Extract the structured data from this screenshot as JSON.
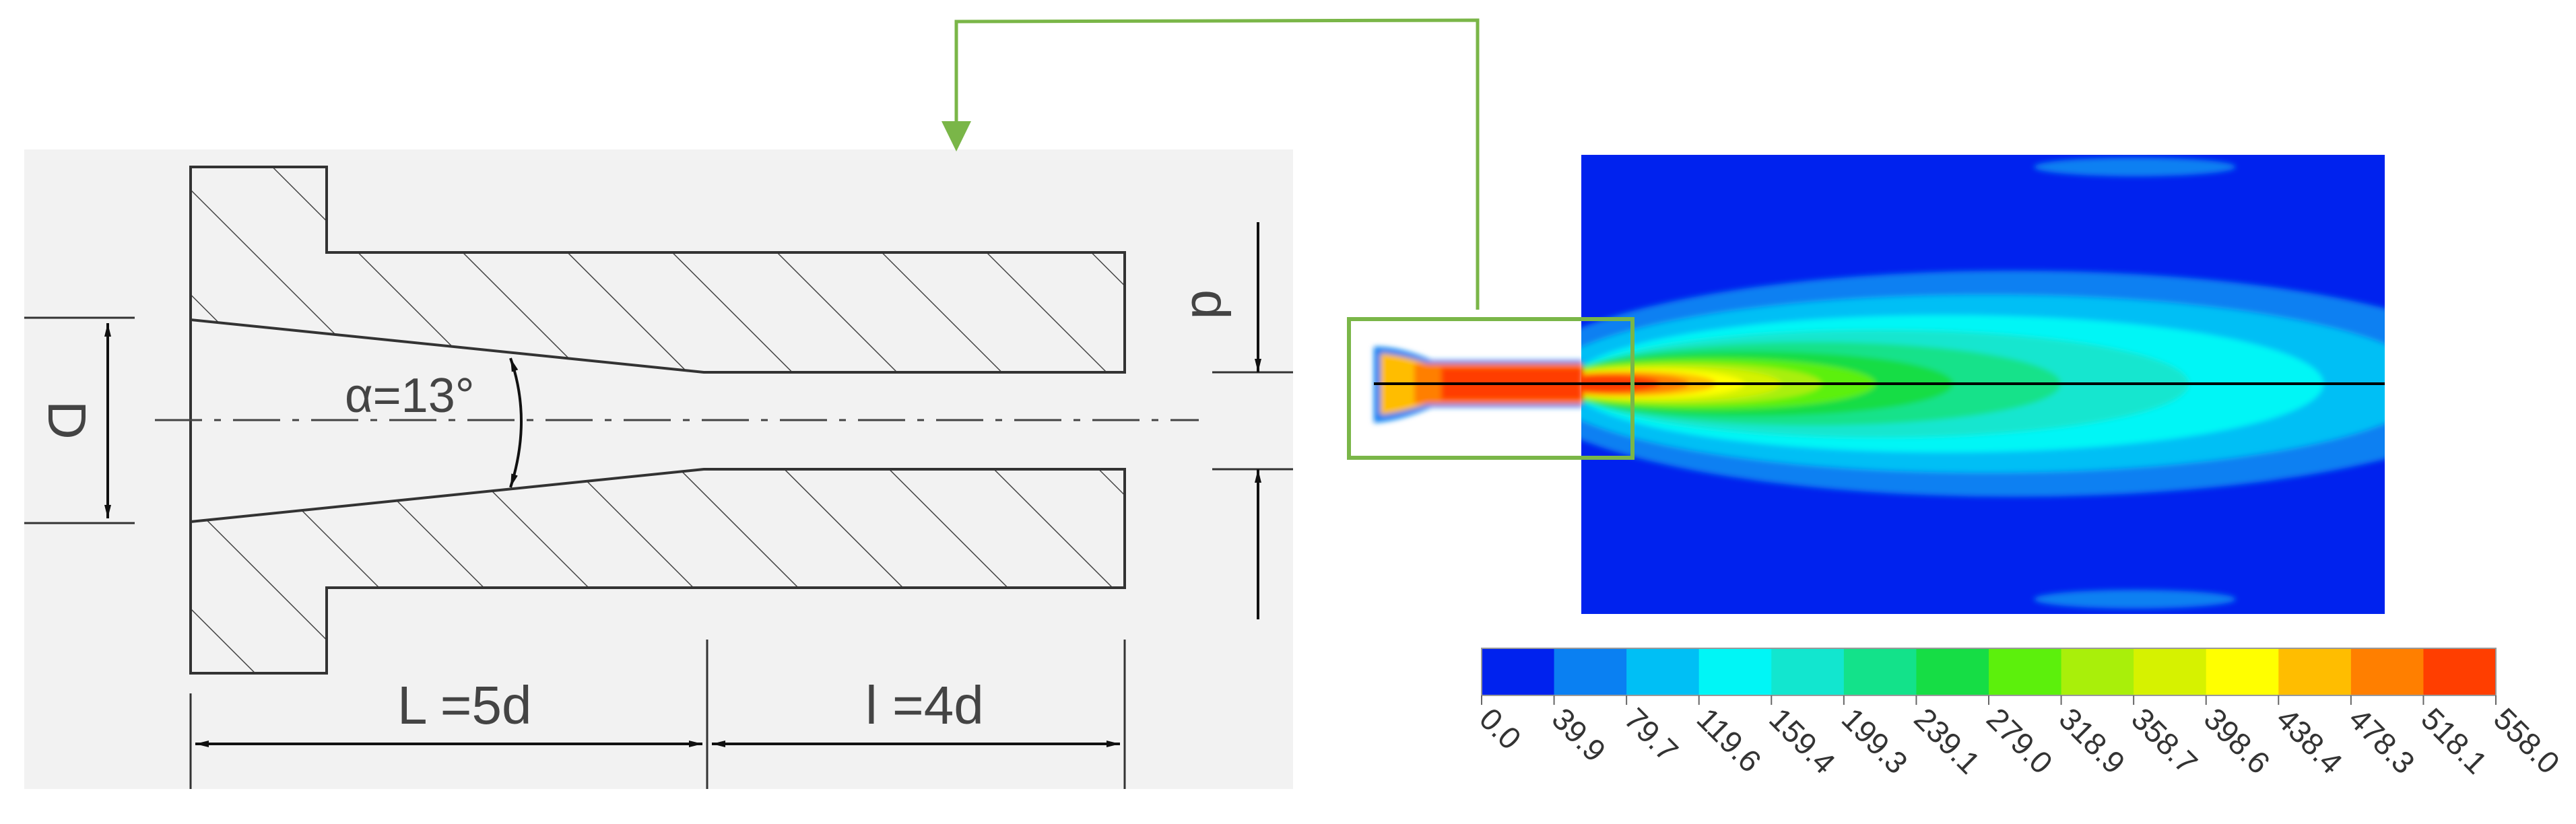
{
  "nozzle_drawing": {
    "dim_D": "D",
    "dim_d": "d",
    "angle_label": "α=13°",
    "length_converging": "L =5d",
    "length_straight": "l =4d"
  },
  "contour_plot": {
    "colors": [
      "#0022ee",
      "#0a80f2",
      "#00bff5",
      "#00f6f6",
      "#12e6cf",
      "#13e28a",
      "#16dd45",
      "#5cf00c",
      "#a9ef0a",
      "#d6f200",
      "#ffff00",
      "#ffbd00",
      "#ff7f00",
      "#ff3e00"
    ],
    "tick_labels": [
      "0.0",
      "39.9",
      "79.7",
      "119.6",
      "159.4",
      "199.3",
      "239.1",
      "279.0",
      "318.9",
      "358.7",
      "398.6",
      "438.4",
      "478.3",
      "518.1",
      "558.0"
    ],
    "range": [
      0.0,
      558.0
    ]
  },
  "connector": {
    "color": "#6fae3f"
  }
}
